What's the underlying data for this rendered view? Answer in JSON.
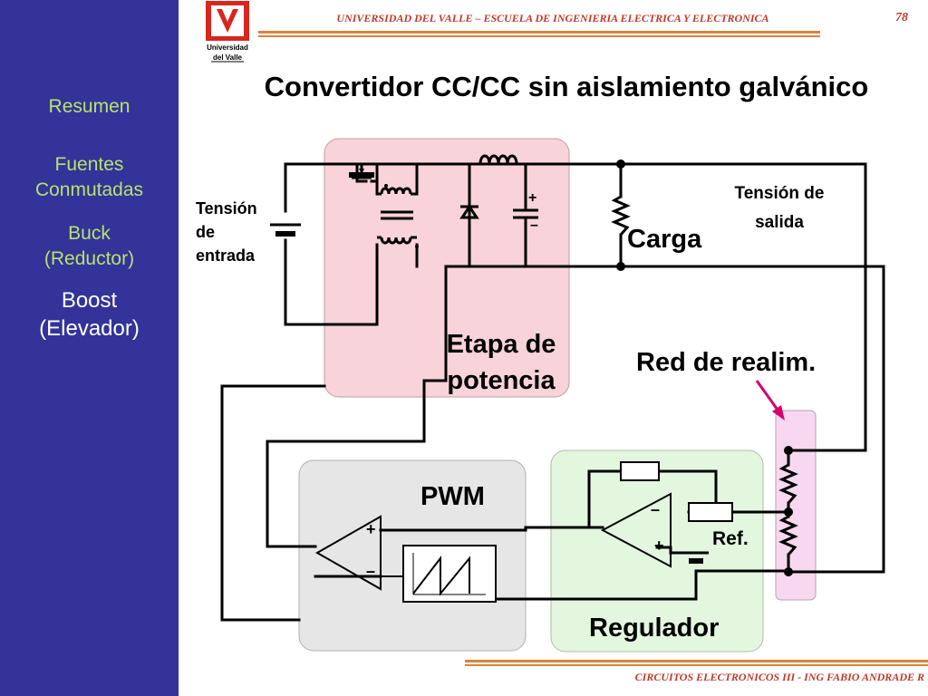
{
  "sidebar": {
    "items": [
      {
        "label": "Resumen"
      },
      {
        "label": "Fuentes"
      },
      {
        "label": "Conmutadas"
      },
      {
        "label": "Buck"
      },
      {
        "label": "(Reductor)"
      },
      {
        "label": "Boost"
      },
      {
        "label": "(Elevador)"
      }
    ]
  },
  "header": {
    "logo_line1": "Universidad",
    "logo_line2": "del Valle",
    "text": "UNIVERSIDAD DEL VALLE – ESCUELA DE INGENIERIA ELECTRICA Y ELECTRONICA",
    "page": "78"
  },
  "title": "Convertidor CC/CC sin aislamiento galvánico",
  "diagram": {
    "input_voltage": [
      "Tensión",
      "de",
      "entrada"
    ],
    "output_voltage": [
      "Tensión de",
      "salida"
    ],
    "load": "Carga",
    "power_stage": [
      "Etapa de",
      "potencia"
    ],
    "feedback": "Red de realim.",
    "pwm": "PWM",
    "regulator": "Regulador",
    "ref": "Ref.",
    "plus": "+",
    "minus": "–"
  },
  "footer": {
    "text": "CIRCUITOS ELECTRONICOS III - ING FABIO ANDRADE R"
  },
  "colors": {
    "sidebar_bg": "#33339a",
    "nav_text": "#b9e26b",
    "active_text": "#ffffff",
    "accent_red": "#c0392b",
    "rule_orange": "#d9833b",
    "power_bg": "#f8d3d9",
    "pwm_bg": "#e6e6e6",
    "reg_bg": "#e3f7df",
    "feedback_bg": "#f7d8f0",
    "arrow": "#d4006e"
  }
}
